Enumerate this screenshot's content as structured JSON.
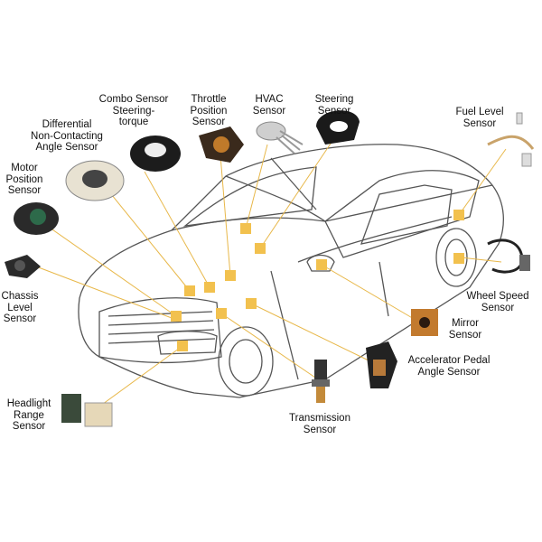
{
  "labels": {
    "combo": "Combo Sensor\nSteering-\ntorque",
    "throttle": "Throttle\nPosition\nSensor",
    "hvac": "HVAC\nSensor",
    "steering": "Steering\nSensor",
    "fuel": "Fuel Level\nSensor",
    "differential": "Differential\nNon-Contacting\nAngle Sensor",
    "motor": "Motor\nPosition\nSensor",
    "chassis": "Chassis\nLevel\nSensor",
    "wheel": "Wheel Speed\nSensor",
    "mirror": "Mirror\nSensor",
    "pedal": "Accelerator Pedal\nAngle Sensor",
    "transmission": "Transmission\nSensor",
    "headlight": "Headlight\nRange\nSensor"
  },
  "colors": {
    "marker": "#f2c14e",
    "leader": "#e8b84a",
    "outline": "#555555"
  }
}
